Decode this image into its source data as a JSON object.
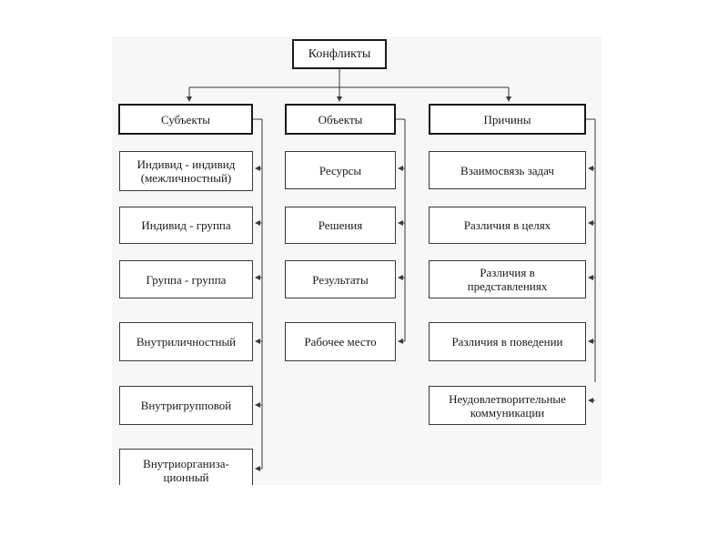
{
  "root": {
    "label": "Конфликты"
  },
  "columns": [
    {
      "header": "Субъекты",
      "items": [
        "Индивид - индивид (межличностный)",
        "Индивид - группа",
        "Группа - группа",
        "Внутриличностный",
        "Внутригрупповой",
        "Внутриорганиза-ционный"
      ]
    },
    {
      "header": "Объекты",
      "items": [
        "Ресурсы",
        "Решения",
        "Результаты",
        "Рабочее место"
      ]
    },
    {
      "header": "Причины",
      "items": [
        "Взаимосвязь задач",
        "Различия в целях",
        "Различия в представлениях",
        "Различия в поведении",
        "Неудовлетворительные коммуникации"
      ]
    }
  ],
  "colors": {
    "line": "#3a3a3a",
    "border": "#1a1a1a",
    "paper": "#f7f7f7"
  }
}
